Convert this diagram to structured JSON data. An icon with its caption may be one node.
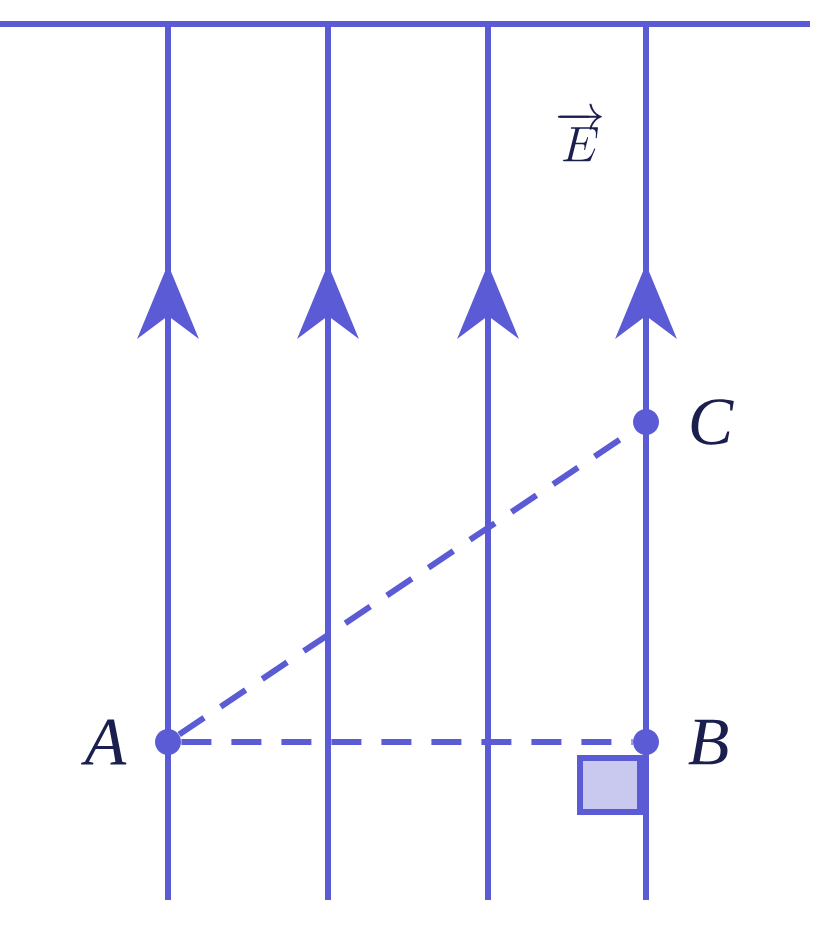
{
  "diagram": {
    "nodes": [
      {
        "text": [],
        "shape": "circle",
        "beside": [
          "A"
        ]
      },
      {
        "text": [],
        "shape": "circle",
        "beside": [
          "B"
        ]
      },
      {
        "text": [],
        "shape": "circle",
        "beside": [
          "C"
        ]
      }
    ],
    "edges": [
      {
        "from": 0,
        "to": 1,
        "arrow": "none",
        "style": "dashed"
      },
      {
        "from": 0,
        "to": 2,
        "arrow": "none",
        "style": "dashed"
      }
    ],
    "labels": [
      "\\overrightarrow{E}"
    ]
  }
}
